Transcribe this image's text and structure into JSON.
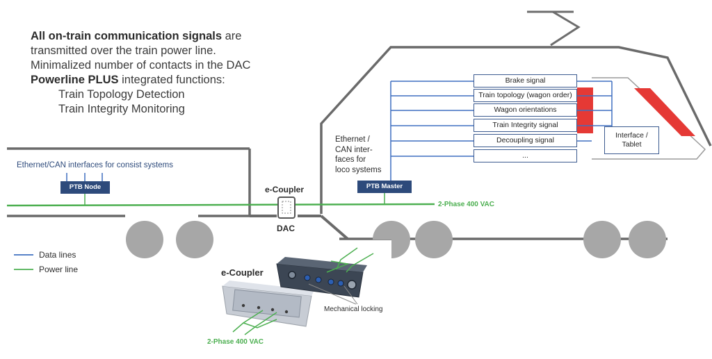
{
  "bullets": {
    "item1_bold": "All on-train communication signals",
    "item1_rest": " are",
    "item1_cont": "transmitted over the train power line.",
    "item2": "Minimalized number of contacts in the DAC",
    "item3_bold": "Powerline PLUS",
    "item3_rest": " integrated functions:",
    "sub1": "Train Topology Detection",
    "sub2": "Train Integrity Monitoring",
    "bullet_glyph": "",
    "sub_glyph": ""
  },
  "wagon": {
    "interfaces_label": "Ethernet/CAN interfaces for consist systems",
    "node_label": "PTB Node"
  },
  "coupler": {
    "top_label": "e-Coupler",
    "bottom_label": "DAC"
  },
  "loco": {
    "interfaces_l1": "Ethernet /",
    "interfaces_l2": "CAN inter-",
    "interfaces_l3": "faces for",
    "interfaces_l4": "loco systems",
    "master_label": "PTB Master",
    "power_label": "2-Phase 400 VAC",
    "signals": [
      "Brake signal",
      "Train topology (wagon order)",
      "Wagon orientations",
      "Train Integrity signal",
      "Decoupling signal",
      "..."
    ],
    "tablet_l1": "Interface /",
    "tablet_l2": "Tablet"
  },
  "legend": {
    "data_lines": "Data lines",
    "power_line": "Power line"
  },
  "photo": {
    "title": "e-Coupler",
    "locking_label": "Mechanical locking",
    "power_label": "2-Phase 400 VAC"
  },
  "colors": {
    "data_line": "#3f6fc0",
    "power_line": "#4caf50",
    "body_gray": "#707070",
    "wheel_gray": "#a7a7a7",
    "box_navy": "#2d4a7b",
    "accent_red": "#e53935"
  }
}
